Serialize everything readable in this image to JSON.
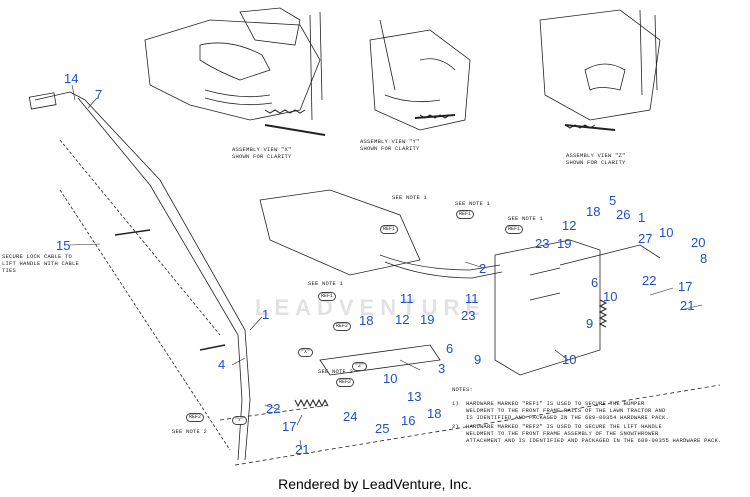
{
  "views": {
    "x_caption": "ASSEMBLY VIEW \"X\"\nSHOWN FOR CLARITY",
    "y_caption": "ASSEMBLY VIEW \"Y\"\nSHOWN FOR CLARITY",
    "z_caption": "ASSEMBLY VIEW \"Z\"\nSHOWN FOR CLARITY"
  },
  "side_note": "SECURE LOCK CABLE TO\nLIFT HANDLE WITH CABLE\nTIES",
  "callouts": {
    "c14": "14",
    "c7": "7",
    "c15": "15",
    "c1a": "1",
    "c4": "4",
    "c22a": "22",
    "c17a": "17",
    "c21a": "21",
    "c24": "24",
    "c25": "25",
    "c16": "16",
    "c18a": "18",
    "c13": "13",
    "c10a": "10",
    "c3": "3",
    "c18b": "18",
    "c12a": "12",
    "c19a": "19",
    "c11a": "11",
    "c11b": "11",
    "c23a": "23",
    "c6a": "6",
    "c9a": "9",
    "c2": "2",
    "c23b": "23",
    "c19b": "19",
    "c12b": "12",
    "c18c": "18",
    "c5": "5",
    "c26": "26",
    "c1b": "1",
    "c27": "27",
    "c10b": "10",
    "c20": "20",
    "c8": "8",
    "c22b": "22",
    "c17b": "17",
    "c21b": "21",
    "c6b": "6",
    "c10c": "10",
    "c9b": "9",
    "c10d": "10"
  },
  "labels": {
    "see_note_1a": "SEE NOTE 1",
    "see_note_1b": "SEE NOTE 1",
    "see_note_1c": "SEE NOTE 1",
    "see_note_1d": "SEE NOTE 1",
    "see_note_2a": "SEE NOTE 2",
    "see_note_2b": "SEE NOTE 2",
    "ref1a": "REF1",
    "ref1b": "REF1",
    "ref1c": "REF1",
    "ref1d": "REF1",
    "ref2a": "REF2",
    "ref2b": "REF2",
    "ref2c": "REF2",
    "tag_x": "\"X\"",
    "tag_y": "\"Y\"",
    "tag_z": "\"Z\""
  },
  "notes": {
    "heading": "NOTES:",
    "note1": "1)  HARDWARE MARKED \"REF1\" IS USED TO SECURE THE BUMPER\n    WELDMENT TO THE FRONT FRAME RAILS OF THE LAWN TRACTOR AND\n    IS IDENTIFIED AND PACKAGED IN THE 689-00354 HARDWARE PACK.",
    "note2": "2)  HARDWARE MARKED \"REF2\" IS USED TO SECURE THE LIFT HANDLE\n    WELDMENT TO THE FRONT FRAME ASSEMBLY OF THE SNOWTHROWER\n    ATTACHMENT AND IS IDENTIFIED AND PACKAGED IN THE 689-00355 HARDWARE PACK."
  },
  "watermark": "LEADVENTURE",
  "footer": "Rendered by LeadVenture, Inc.",
  "colors": {
    "callout": "#1f4fc7",
    "line": "#222222"
  }
}
